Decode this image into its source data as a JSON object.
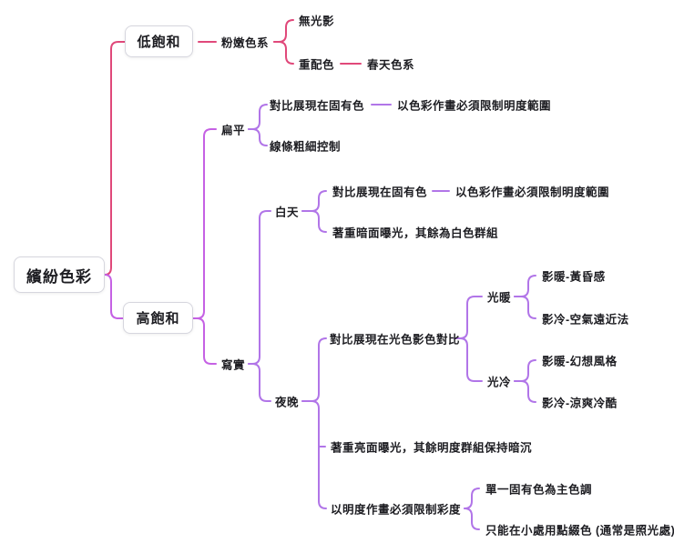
{
  "colors": {
    "red_branch": "#e0487a",
    "purple_main": "#c561e4",
    "purple_sub": "#b175e8",
    "text": "#1d1d22",
    "box_border": "#d6d6de",
    "box_bg": "#ffffff",
    "canvas_bg": "#ffffff"
  },
  "tree": {
    "root": {
      "label": "繽紛色彩"
    },
    "low_saturation": {
      "label": "低飽和",
      "pastel_palette": {
        "label": "粉嫩色系",
        "no_lighting": {
          "label": "無光影"
        },
        "heavy_recolor": {
          "label": "重配色",
          "spring_palette": {
            "label": "春天色系"
          }
        }
      }
    },
    "high_saturation": {
      "label": "高飽和",
      "flat": {
        "label": "扁平",
        "contrast_local_color": {
          "label": "對比展現在固有色",
          "limit_value_range": {
            "label": "以色彩作畫必須限制明度範圍"
          }
        },
        "line_weight_control": {
          "label": "線條粗細控制"
        }
      },
      "realistic": {
        "label": "寫實",
        "daytime": {
          "label": "白天",
          "contrast_local_color": {
            "label": "對比展現在固有色",
            "limit_value_range": {
              "label": "以色彩作畫必須限制明度範圍"
            }
          },
          "dark_side_exposure": {
            "label": "著重暗面曝光，其餘為白色群組"
          }
        },
        "night": {
          "label": "夜晚",
          "light_shadow_contrast": {
            "label": "對比展現在光色影色對比",
            "warm_light": {
              "label": "光暖",
              "warm_shadow": {
                "label": "影暖-黃昏感"
              },
              "cool_shadow": {
                "label": "影冷-空氣遠近法"
              }
            },
            "cool_light": {
              "label": "光冷",
              "warm_shadow": {
                "label": "影暖-幻想風格"
              },
              "cool_shadow": {
                "label": "影冷-涼爽冷酷"
              }
            }
          },
          "bright_side_exposure": {
            "label": "著重亮面曝光，其餘明度群組保持暗沉"
          },
          "value_painting": {
            "label": "以明度作畫必須限制彩度",
            "single_local_color": {
              "label": "單一固有色為主色調"
            },
            "accent_color": {
              "label": "只能在小處用點綴色 (通常是照光處)"
            }
          }
        }
      }
    }
  }
}
